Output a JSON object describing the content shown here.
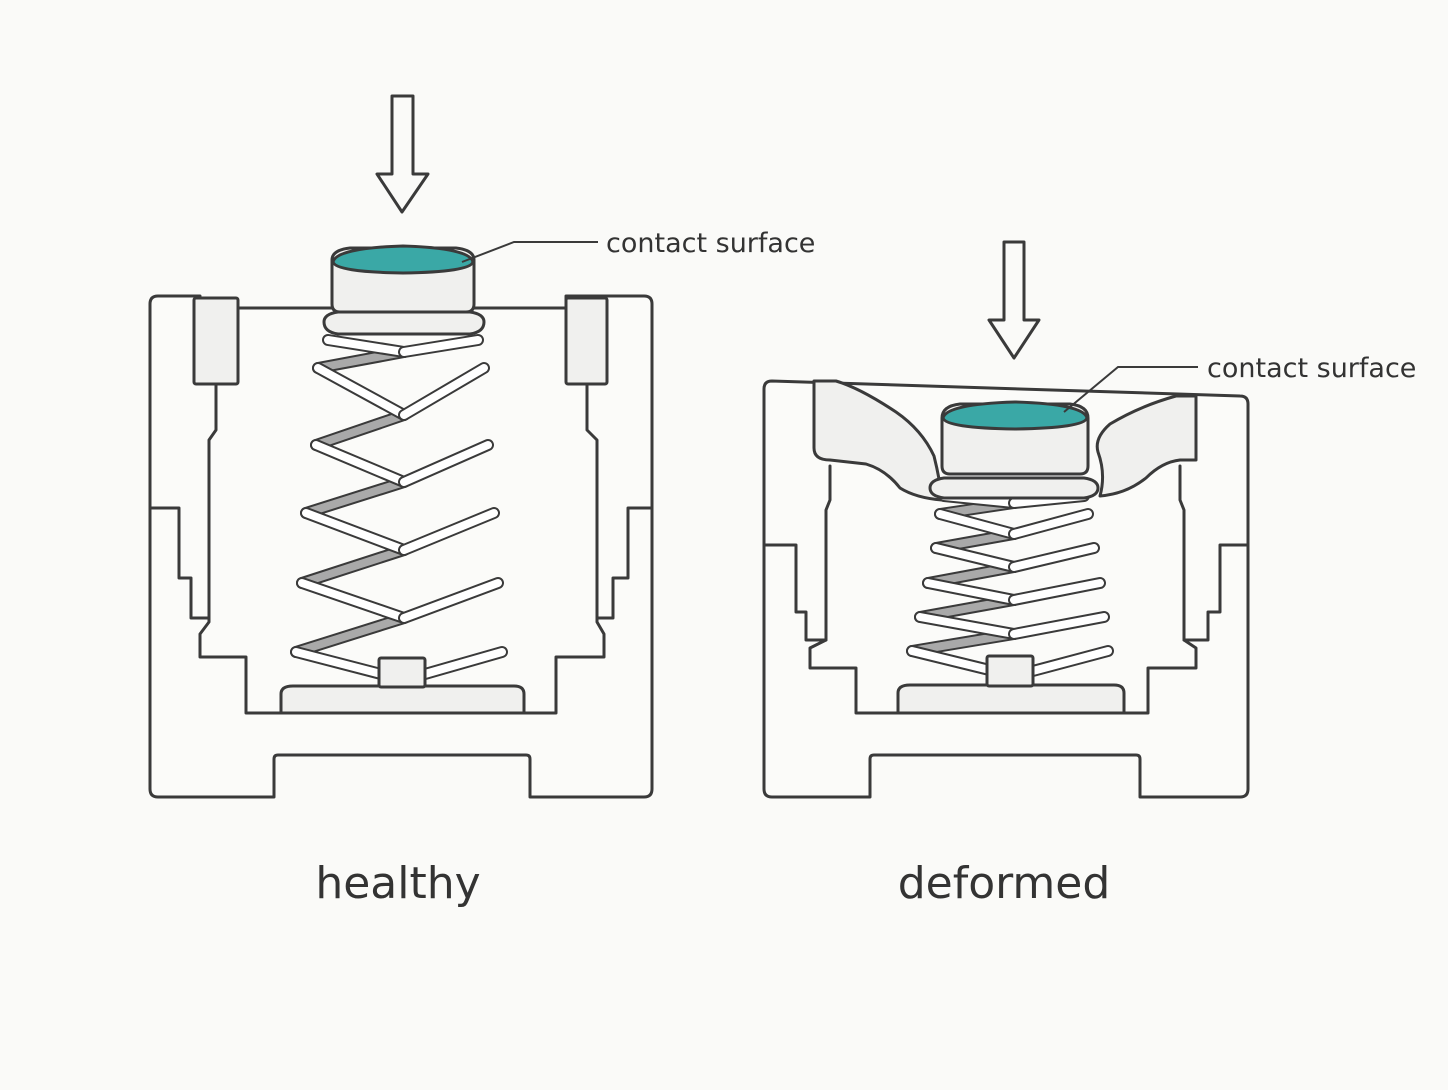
{
  "colors": {
    "background": "#fafaf8",
    "outline": "#3a3a3a",
    "contact_surface": "#3aa8a6",
    "part_fill": "#f0f0ee",
    "coil_back": "#a9a9a9"
  },
  "panels": [
    {
      "caption": "healthy",
      "callout": "contact surface",
      "icons": [
        "down-arrow-icon"
      ]
    },
    {
      "caption": "deformed",
      "callout": "contact surface",
      "icons": [
        "down-arrow-icon"
      ]
    }
  ]
}
